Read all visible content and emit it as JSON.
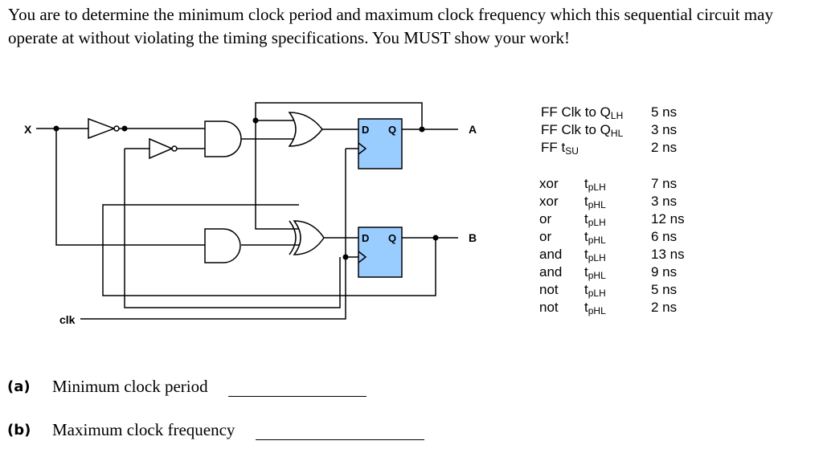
{
  "intro": "You are to determine the minimum clock period and maximum clock frequency which this sequential circuit may operate at without violating the timing specifications. You MUST show your work!",
  "circuit": {
    "input_x": "X",
    "input_clk": "clk",
    "output_a": "A",
    "output_b": "B",
    "ff_d": "D",
    "ff_q": "Q",
    "ff_fill": "#99CCFF"
  },
  "ff_specs": [
    {
      "name": "FF Clk to Q",
      "sub": "LH",
      "value": "5 ns"
    },
    {
      "name": "FF Clk to Q",
      "sub": "HL",
      "value": "3 ns"
    },
    {
      "name": "FF t",
      "sub": "SU",
      "value": "2 ns"
    }
  ],
  "gate_specs": [
    {
      "gate": "xor",
      "param": "t",
      "sub": "pLH",
      "value": "7 ns"
    },
    {
      "gate": "xor",
      "param": "t",
      "sub": "pHL",
      "value": "3 ns"
    },
    {
      "gate": "or",
      "param": "t",
      "sub": "pLH",
      "value": "12 ns"
    },
    {
      "gate": "or",
      "param": "t",
      "sub": "pHL",
      "value": "6 ns"
    },
    {
      "gate": "and",
      "param": "t",
      "sub": "pLH",
      "value": "13 ns"
    },
    {
      "gate": "and",
      "param": "t",
      "sub": "pHL",
      "value": "9 ns"
    },
    {
      "gate": "not",
      "param": "t",
      "sub": "pLH",
      "value": "5 ns"
    },
    {
      "gate": "not",
      "param": "t",
      "sub": "pHL",
      "value": "2 ns"
    }
  ],
  "questions": [
    {
      "label": "(a)",
      "text": "Minimum clock period"
    },
    {
      "label": "(b)",
      "text": "Maximum clock frequency"
    }
  ]
}
